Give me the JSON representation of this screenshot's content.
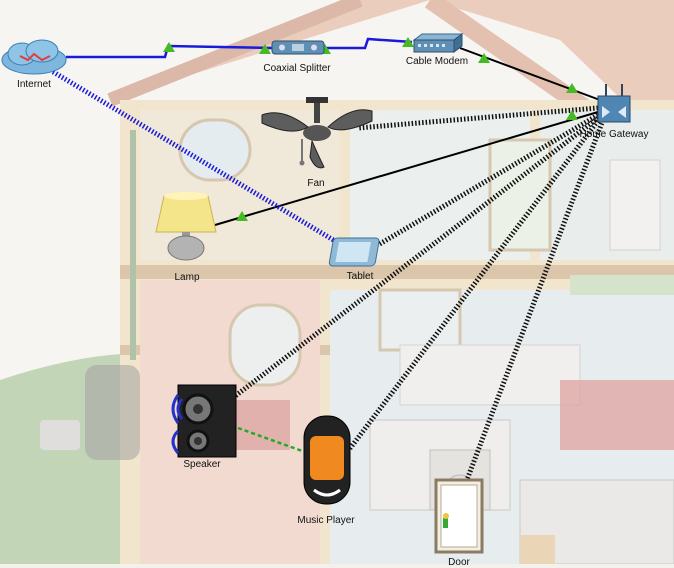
{
  "devices": {
    "internet": {
      "label": "Internet",
      "icon": "cloud-icon"
    },
    "coaxial_splitter": {
      "label": "Coaxial Splitter",
      "icon": "splitter-icon"
    },
    "cable_modem": {
      "label": "Cable Modem",
      "icon": "modem-icon"
    },
    "home_gateway": {
      "label": "Home Gateway",
      "icon": "router-icon"
    },
    "fan": {
      "label": "Fan",
      "icon": "ceiling-fan-icon"
    },
    "lamp": {
      "label": "Lamp",
      "icon": "lamp-icon"
    },
    "tablet": {
      "label": "Tablet",
      "icon": "tablet-icon"
    },
    "speaker": {
      "label": "Speaker",
      "icon": "speaker-icon"
    },
    "music_player": {
      "label": "Music Player",
      "icon": "music-player-icon"
    },
    "door": {
      "label": "Door",
      "icon": "door-icon"
    }
  },
  "links": [
    {
      "from": "internet",
      "to": "coaxial_splitter",
      "type": "coaxial",
      "color": "#1a1ad8"
    },
    {
      "from": "coaxial_splitter",
      "to": "cable_modem",
      "type": "coaxial",
      "color": "#1a1ad8"
    },
    {
      "from": "cable_modem",
      "to": "home_gateway",
      "type": "ethernet",
      "color": "#000000"
    },
    {
      "from": "home_gateway",
      "to": "lamp",
      "type": "ethernet",
      "color": "#000000"
    },
    {
      "from": "home_gateway",
      "to": "fan",
      "type": "wireless",
      "color": "#000000"
    },
    {
      "from": "home_gateway",
      "to": "speaker",
      "type": "wireless",
      "color": "#000000"
    },
    {
      "from": "home_gateway",
      "to": "music_player",
      "type": "wireless",
      "color": "#000000"
    },
    {
      "from": "home_gateway",
      "to": "door",
      "type": "wireless",
      "color": "#000000"
    },
    {
      "from": "home_gateway",
      "to": "tablet",
      "type": "wireless",
      "color": "#000000"
    },
    {
      "from": "internet",
      "to": "tablet",
      "type": "wireless-cellular",
      "color": "#1a1ad8"
    },
    {
      "from": "speaker",
      "to": "music_player",
      "type": "bluetooth",
      "color": "#22aa22"
    }
  ],
  "colors": {
    "link_up": "#44bb22",
    "coax": "#1a1ad8",
    "wall": "#e8c88a",
    "roof": "#e0a088",
    "grass": "#a8c49a"
  }
}
